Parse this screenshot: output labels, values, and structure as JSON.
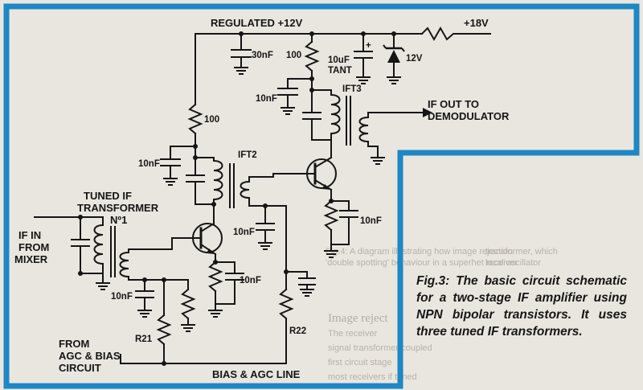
{
  "labels": {
    "regulated": "REGULATED +12V",
    "plus18": "+18V",
    "cap_30n": "30nF",
    "r100_top": "100",
    "cap_10u": "10uF",
    "tant": "TANT",
    "zener": "12V",
    "cap_10n_a": "10nF",
    "ift3": "IFT3",
    "if_out_1": "IF OUT TO",
    "if_out_2": "DEMODULATOR",
    "r100_left": "100",
    "cap_10n_b": "10nF",
    "ift2": "IFT2",
    "cap_10n_c": "10nF",
    "tuned_1": "TUNED IF",
    "tuned_2": "TRANSFORMER",
    "tuned_3": "Nº1",
    "if_in_1": "IF IN",
    "if_in_2": "FROM",
    "if_in_3": "MIXER",
    "cap_10n_d": "10nF",
    "cap_10n_e": "10nF",
    "cap_10n_f": "10nF",
    "r21": "R21",
    "r22": "R22",
    "agc_1": "FROM",
    "agc_2": "AGC & BIAS",
    "agc_3": "CIRCUIT",
    "bias_line": "BIAS & AGC LINE"
  },
  "caption": "Fig.3: The basic circuit schematic for a two-stage IF amplifier using NPN bipolar transistors. It uses three tuned IF transformers.",
  "background_text": {
    "frag_1": "transformer, which",
    "frag_2": "local oscillator",
    "frag_3": "Fig.4: A diagram illustrating how image rejection",
    "frag_4": "'double spotting' behaviour in a superhet receiver",
    "frag_5": "Image reject",
    "frag_6": "The receiver",
    "frag_7": "signal transformer coupled",
    "frag_8": "first circuit stage",
    "frag_9": "most receivers if tuned"
  },
  "colors": {
    "frame_border": "#1e87c4",
    "paper": "#e9e6df",
    "ink": "#151515"
  }
}
